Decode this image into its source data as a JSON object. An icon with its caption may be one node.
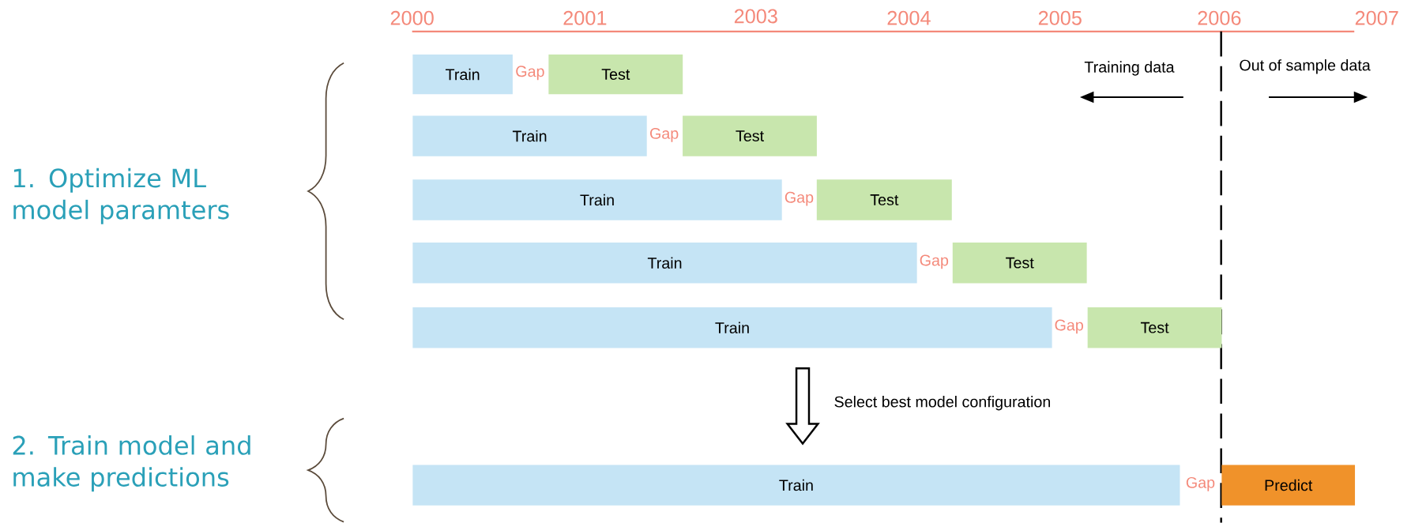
{
  "diagram": {
    "nodes": [
      {
        "text": [
          "Train"
        ]
      },
      {
        "text": [
          "Test"
        ]
      },
      {
        "text": [
          "Train"
        ]
      },
      {
        "text": [
          "Test"
        ]
      },
      {
        "text": [
          "Train"
        ]
      },
      {
        "text": [
          "Test"
        ]
      },
      {
        "text": [
          "Train"
        ]
      },
      {
        "text": [
          "Test"
        ]
      },
      {
        "text": [
          "Train"
        ]
      },
      {
        "text": [
          "Test"
        ]
      },
      {
        "text": [
          "Train"
        ]
      },
      {
        "text": [
          "Predict"
        ]
      }
    ],
    "edges": [
      {
        "from": 8,
        "to": 10,
        "arrow": "to",
        "label": "Select best model configuration"
      }
    ],
    "labels": [
      "2000",
      "2001",
      "2003",
      "2004",
      "2005",
      "2006",
      "2007",
      "Training data",
      "Out of sample data",
      "1. Optimize ML model paramters",
      "Gap",
      "Gap",
      "Gap",
      "Gap",
      "Gap",
      "Gap",
      "2. Train model and make predictions"
    ]
  }
}
